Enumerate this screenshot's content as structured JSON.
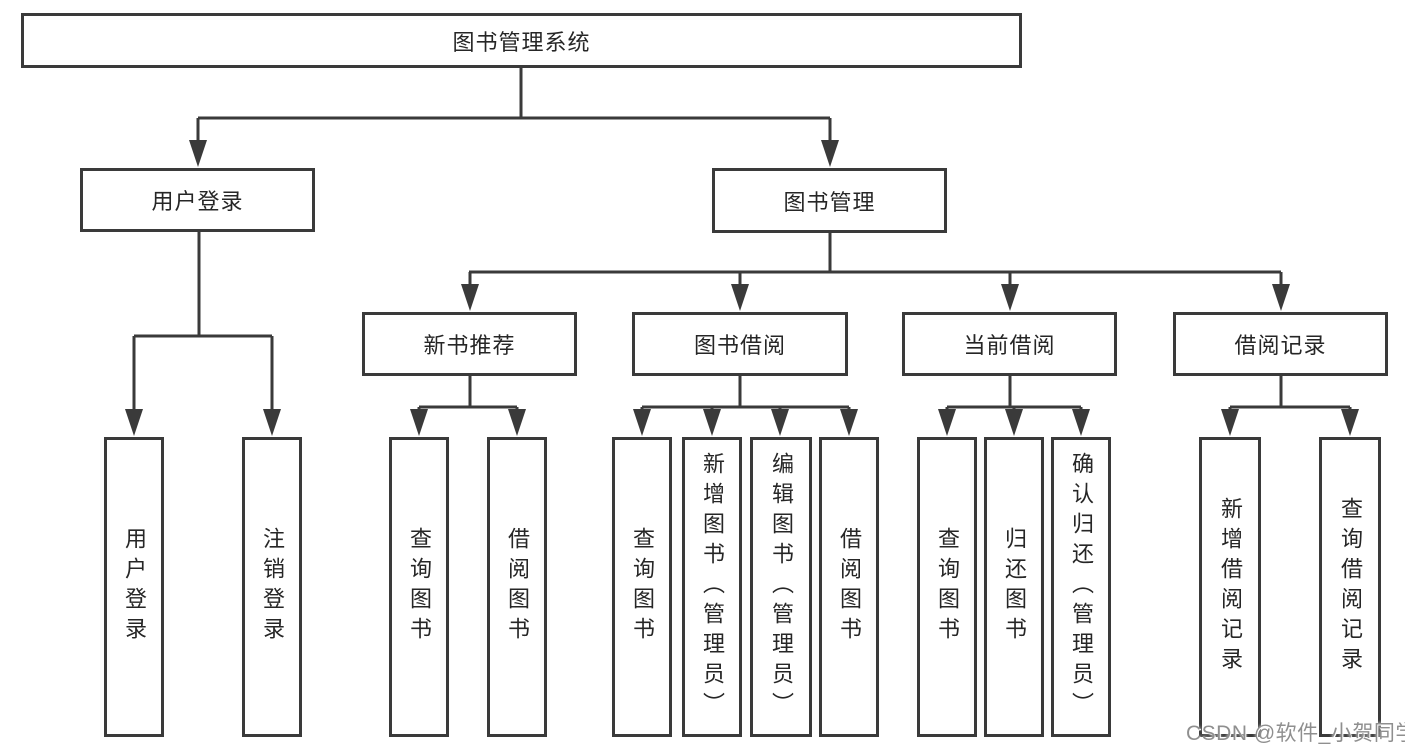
{
  "diagram": {
    "root": {
      "label": "图书管理系统"
    },
    "level2": [
      {
        "label": "用户登录"
      },
      {
        "label": "图书管理"
      }
    ],
    "level3": [
      {
        "label": "新书推荐"
      },
      {
        "label": "图书借阅"
      },
      {
        "label": "当前借阅"
      },
      {
        "label": "借阅记录"
      }
    ],
    "leaves": {
      "login": [
        {
          "label": "用户登录"
        },
        {
          "label": "注销登录"
        }
      ],
      "recommend": [
        {
          "label": "查询图书"
        },
        {
          "label": "借阅图书"
        }
      ],
      "borrow": [
        {
          "label": "查询图书"
        },
        {
          "label": "新增图书（管理员）"
        },
        {
          "label": "编辑图书（管理员）"
        },
        {
          "label": "借阅图书"
        }
      ],
      "current": [
        {
          "label": "查询图书"
        },
        {
          "label": "归还图书"
        },
        {
          "label": "确认归还（管理员）"
        }
      ],
      "records": [
        {
          "label": "新增借阅记录"
        },
        {
          "label": "查询借阅记录"
        }
      ]
    },
    "watermark": "CSDN @软件_小贺同学",
    "colors": {
      "line": "#3a3a3a",
      "text": "#262626",
      "box_fill": "#ffffff",
      "watermark": "#8f8f8f",
      "background": "#ffffff"
    }
  }
}
